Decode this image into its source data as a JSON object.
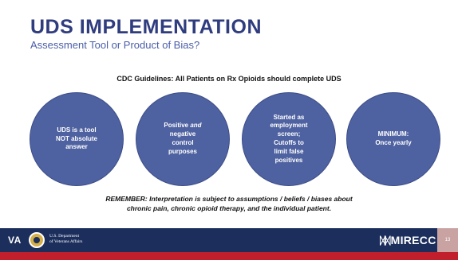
{
  "slide": {
    "title": "UDS IMPLEMENTATION",
    "subtitle": "Assessment Tool or Product of Bias?",
    "guideline": "CDC Guidelines: All Patients on Rx Opioids should complete UDS",
    "circles": [
      {
        "lines": [
          "UDS is a tool",
          "NOT absolute",
          "answer"
        ]
      },
      {
        "lines": [
          "Positive and",
          "negative",
          "control",
          "purposes"
        ]
      },
      {
        "lines": [
          "Started as",
          "employment",
          "screen;",
          "Cutoffs to",
          "limit false",
          "positives"
        ]
      },
      {
        "lines": [
          "MINIMUM:",
          "Once yearly"
        ]
      }
    ],
    "remember_lines": [
      "REMEMBER: Interpretation is subject to assumptions / beliefs / biases about",
      "chronic pain, chronic opioid therapy, and the individual patient."
    ]
  },
  "footer": {
    "va_label": "VA",
    "dept_lines": [
      "U.S. Department",
      "of Veterans Affairs"
    ],
    "mirecc_figures": "ᛞᛞ",
    "mirecc_word": "MIRECC",
    "page_number": "13"
  },
  "colors": {
    "title": "#2f3c7e",
    "circle": "#4e61a0",
    "footer": "#1b2e5c",
    "accent_red": "#c21f2c"
  }
}
